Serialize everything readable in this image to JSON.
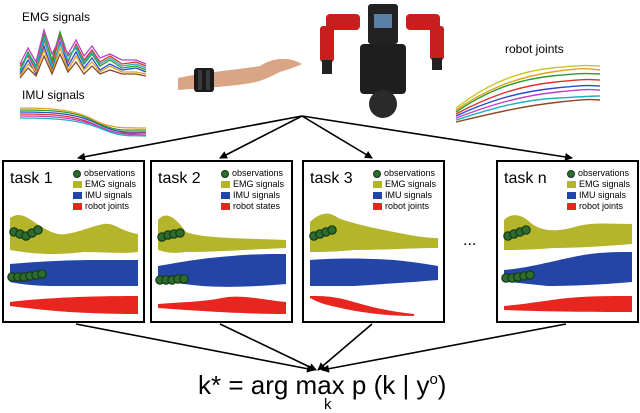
{
  "top": {
    "emg_label": "EMG signals",
    "imu_label": "IMU signals",
    "robot_joints_label": "robot joints"
  },
  "tasks": [
    {
      "title": "task 1",
      "legend": [
        "observations",
        "EMG signals",
        "IMU signals",
        "robot joints"
      ]
    },
    {
      "title": "task 2",
      "legend": [
        "observations",
        "EMG signals",
        "IMU signals",
        "robot states"
      ]
    },
    {
      "title": "task 3",
      "legend": [
        "observations",
        "EMG signals",
        "IMU signals",
        "robot joints"
      ]
    },
    {
      "title": "task n",
      "legend": [
        "observations",
        "EMG signals",
        "IMU signals",
        "robot joints"
      ]
    }
  ],
  "ellipsis": "...",
  "formula": {
    "main": "k* = arg max",
    "sub": "k",
    "rest": " p (k | y",
    "sup": "o",
    "close": ")"
  },
  "colors": {
    "emg_band": "#b5b52c",
    "imu_band": "#2445a8",
    "robot_band": "#e8251f",
    "observation": "#2e6b2e"
  }
}
